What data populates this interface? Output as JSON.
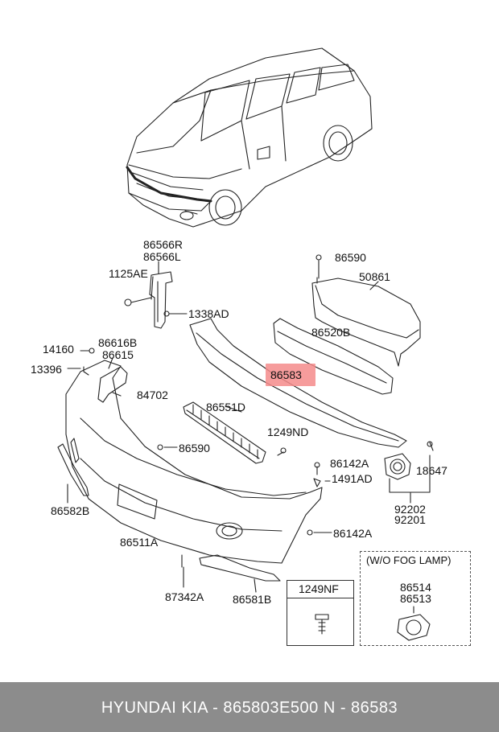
{
  "callouts": {
    "c86566r": "86566R",
    "c86566l": "86566L",
    "c1125ae": "1125AE",
    "c1338ad": "1338AD",
    "c86590a": "86590",
    "c50861": "50861",
    "c86520b": "86520B",
    "c14160": "14160",
    "c86616b": "86616B",
    "c86615": "86615",
    "c13396": "13396",
    "c84702": "84702",
    "c86551d": "86551D",
    "c1249nd": "1249ND",
    "c86590b": "86590",
    "c86142a_top": "86142A",
    "c1491ad": "1491AD",
    "c18647": "18647",
    "c92202": "92202",
    "c92201": "92201",
    "c86582b": "86582B",
    "c86511a": "86511A",
    "c86142a_bottom": "86142A",
    "c87342a": "87342A",
    "c86581b": "86581B",
    "c86514": "86514",
    "c86513": "86513"
  },
  "highlight": {
    "part": "86583",
    "color": "#f58b8b"
  },
  "inset": {
    "title": "(W/O FOG LAMP)"
  },
  "fastener_box": {
    "title": "1249NF"
  },
  "footer": {
    "text": "HYUNDAI  KIA - 865803E500     N - 86583",
    "background": "#8c8c8c"
  }
}
